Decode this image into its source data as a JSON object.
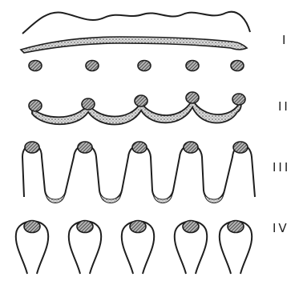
{
  "figure": {
    "stages": [
      {
        "label": "I",
        "nodules": 5
      },
      {
        "label": "II",
        "nodules": 5
      },
      {
        "label": "III",
        "nodules": 5
      },
      {
        "label": "IV",
        "nodules": 5
      }
    ]
  },
  "colors": {
    "ink": "#1e1e1e",
    "stipple_fill": "#d6d6d6",
    "hatch_fill": "#9a9a9a",
    "background": "#ffffff"
  }
}
